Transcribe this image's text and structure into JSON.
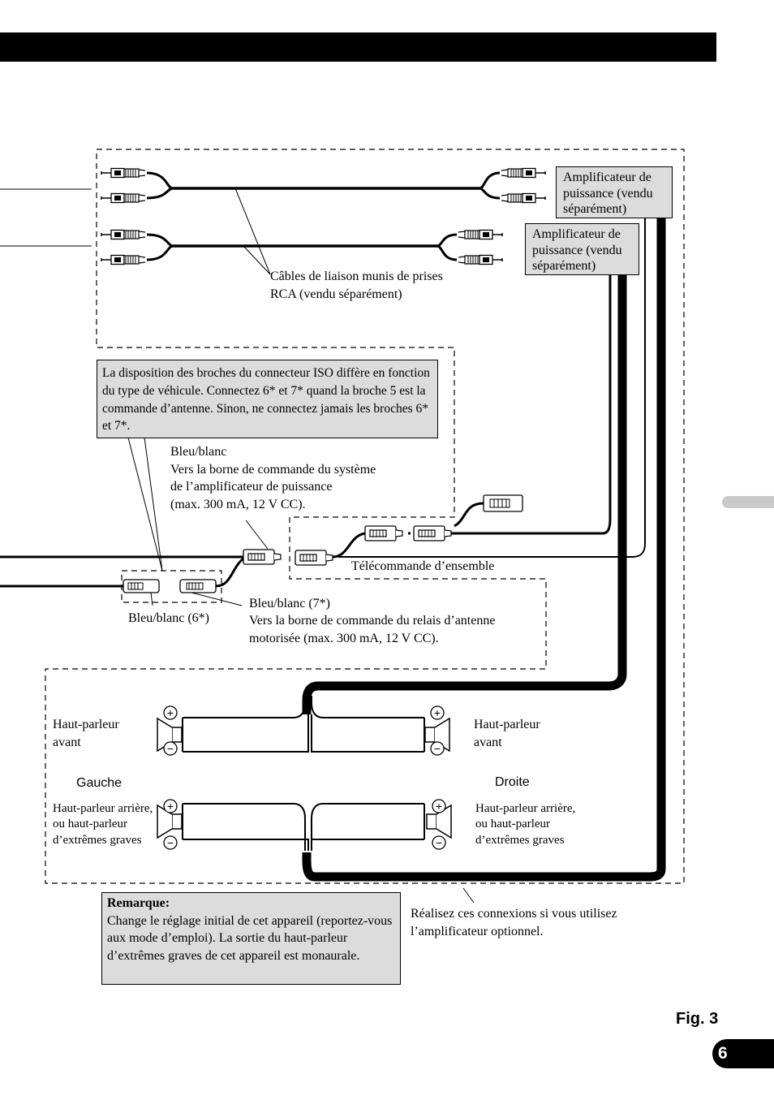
{
  "amplifiers": {
    "amp1_label": "Amplificateur de puissance (vendu séparément)",
    "amp2_label": "Amplificateur de puissance (vendu séparément)"
  },
  "rca_cables_label": "Câbles de liaison munis de prises RCA (vendu séparément)",
  "iso_note": "La disposition des broches du connecteur ISO diffère en fonction du type de véhicule. Connectez 6* et 7* quand la broche 5 est la commande d’antenne. Sinon, ne connectez jamais les broches 6* et 7*.",
  "wires": {
    "blue_white_system": {
      "line1": "Bleu/blanc",
      "line2": "Vers la borne de commande du système",
      "line3": "de l’amplificateur de puissance",
      "line4": "(max. 300 mA, 12 V CC)."
    },
    "system_remote": "Télécommande d’ensemble",
    "blue_white_6": "Bleu/blanc (6*)",
    "blue_white_7": {
      "line1": "Bleu/blanc (7*)",
      "line2": "Vers la borne de commande du relais d’antenne",
      "line3": "motorisée (max. 300 mA, 12 V CC)."
    }
  },
  "speakers": {
    "front_left": "Haut-parleur avant",
    "front_right": "Haut-parleur avant",
    "side_left": "Gauche",
    "side_right": "Droite",
    "rear_left": "Haut-parleur arrière, ou haut-parleur d’extrêmes graves",
    "rear_right": "Haut-parleur arrière, ou haut-parleur d’extrêmes graves",
    "plus_symbol": "+",
    "minus_symbol": "−"
  },
  "remark": {
    "title": "Remarque:",
    "body": "Change le réglage initial de cet appareil (reportez-vous aux mode d’emploi). La sortie du haut-parleur d’extrêmes graves de cet appareil est monaurale."
  },
  "optional_note": "Réalisez ces connexions si vous utilisez l’amplificateur optionnel.",
  "figure_label": "Fig. 3",
  "page_number": "6"
}
